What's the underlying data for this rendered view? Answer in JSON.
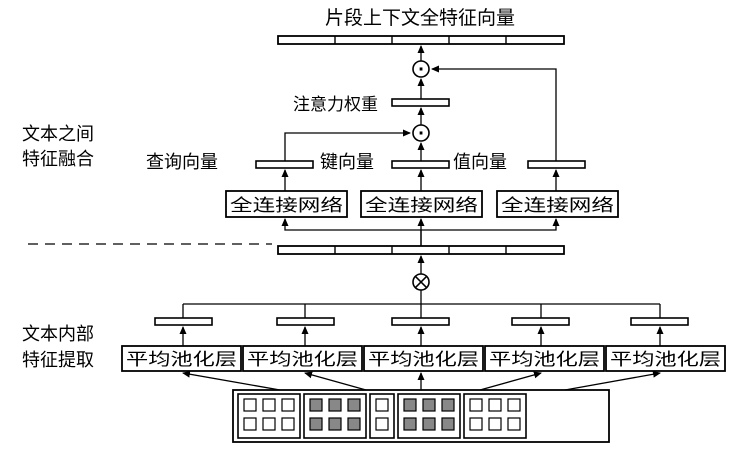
{
  "title": "片段上下文全特征向量",
  "section_labels": {
    "inter_line1": "文本之间",
    "inter_line2": "特征融合",
    "intra_line1": "文本内部",
    "intra_line2": "特征提取"
  },
  "attention_weight_label": "注意力权重",
  "vector_labels": {
    "query": "查询向量",
    "key": "键向量",
    "value": "值向量"
  },
  "fc_boxes": [
    "全连接网络",
    "全连接网络",
    "全连接网络"
  ],
  "pool_boxes": [
    "平均池化层",
    "平均池化层",
    "平均池化层",
    "平均池化层",
    "平均池化层"
  ],
  "operators": {
    "dot_symbol": "·",
    "tensor_symbol": "⊗"
  },
  "input_grid": {
    "groups": [
      {
        "columns": 3,
        "rows": 2,
        "filled": false
      },
      {
        "columns": 3,
        "rows": 2,
        "filled": true
      },
      {
        "columns": 1,
        "rows": 2,
        "filled": false
      },
      {
        "columns": 3,
        "rows": 2,
        "filled": true
      },
      {
        "columns": 3,
        "rows": 2,
        "filled": false
      }
    ],
    "filled_color": "#888888",
    "empty_color": "#ffffff"
  },
  "colors": {
    "stroke": "#000000",
    "background": "#ffffff"
  }
}
